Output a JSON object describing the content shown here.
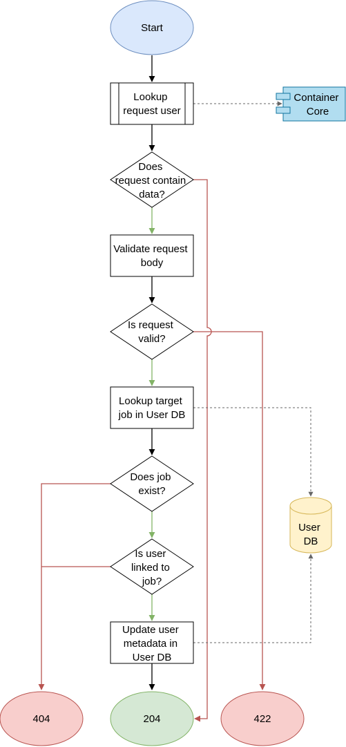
{
  "nodes": {
    "start": "Start",
    "lookup_user": [
      "Lookup",
      "request user"
    ],
    "container_core": [
      "Container",
      "Core"
    ],
    "contains_data": [
      "Does",
      "request contain",
      "data?"
    ],
    "validate_body": [
      "Validate request",
      "body"
    ],
    "request_valid": [
      "Is request",
      "valid?"
    ],
    "lookup_job": [
      "Lookup target",
      "job in User DB"
    ],
    "job_exists": [
      "Does job",
      "exist?"
    ],
    "user_db": [
      "User",
      "DB"
    ],
    "user_linked": [
      "Is user",
      "linked to",
      "job?"
    ],
    "update_metadata": [
      "Update user",
      "metadata in",
      "User DB"
    ],
    "r404": "404",
    "r204": "204",
    "r422": "422"
  },
  "colors": {
    "start_fill": "#dae8fc",
    "start_stroke": "#6c8ebf",
    "component_fill": "#b1ddf0",
    "component_stroke": "#10739e",
    "db_fill": "#fff2cc",
    "db_stroke": "#d6b656",
    "success_fill": "#d5e8d4",
    "success_stroke": "#82b366",
    "error_fill": "#f8cecc",
    "error_stroke": "#b85450",
    "flow_black": "#000000",
    "flow_green": "#82b366",
    "flow_red": "#b85450",
    "flow_dashed": "#666666"
  }
}
